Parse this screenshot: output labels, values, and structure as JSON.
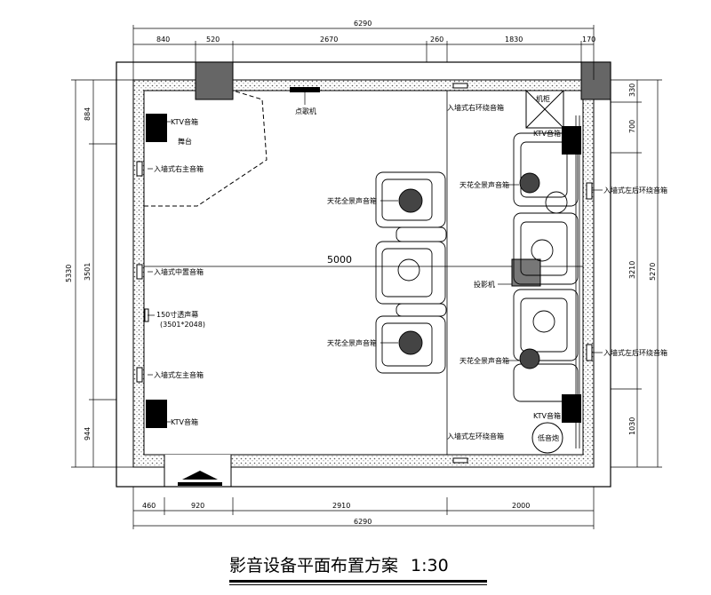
{
  "title": "影音设备平面布置方案",
  "scale": "1:30",
  "dims": {
    "top_total": "6290",
    "top_segments": [
      "840",
      "520",
      "2670",
      "260",
      "1830",
      "170"
    ],
    "bottom_total": "6290",
    "bottom_segments": [
      "460",
      "920",
      "2910",
      "2000"
    ],
    "left_total": "5330",
    "left_segments": [
      "884",
      "3501",
      "944"
    ],
    "right_total": "5270",
    "right_segments": [
      "330",
      "700",
      "3210",
      "1030"
    ],
    "center": "5000"
  },
  "labels": {
    "ktv_top_left": "KTV音箱",
    "stage": "舞台",
    "right_main": "入墙式右主音箱",
    "center_speaker": "入墙式中置音箱",
    "screen_line1": "150寸透声幕",
    "screen_line2": "(3501*2048)",
    "left_main": "入墙式左主音箱",
    "ktv_bottom_left": "KTV音箱",
    "song_machine": "点歌机",
    "right_surround": "入墙式右环绕音箱",
    "left_surround": "入墙式左环绕音箱",
    "ceiling_1": "天花全景声音箱",
    "ceiling_2": "天花全景声音箱",
    "ceiling_3": "天花全景声音箱",
    "ceiling_4": "天花全景声音箱",
    "cabinet": "机柜",
    "ktv_top_right": "KTV音箱",
    "ktv_bottom_right": "KTV音箱",
    "left_rear_surround_1": "入墙式左后环绕音箱",
    "left_rear_surround_2": "入墙式左后环绕音箱",
    "projector": "投影机",
    "subwoofer": "低音炮"
  }
}
